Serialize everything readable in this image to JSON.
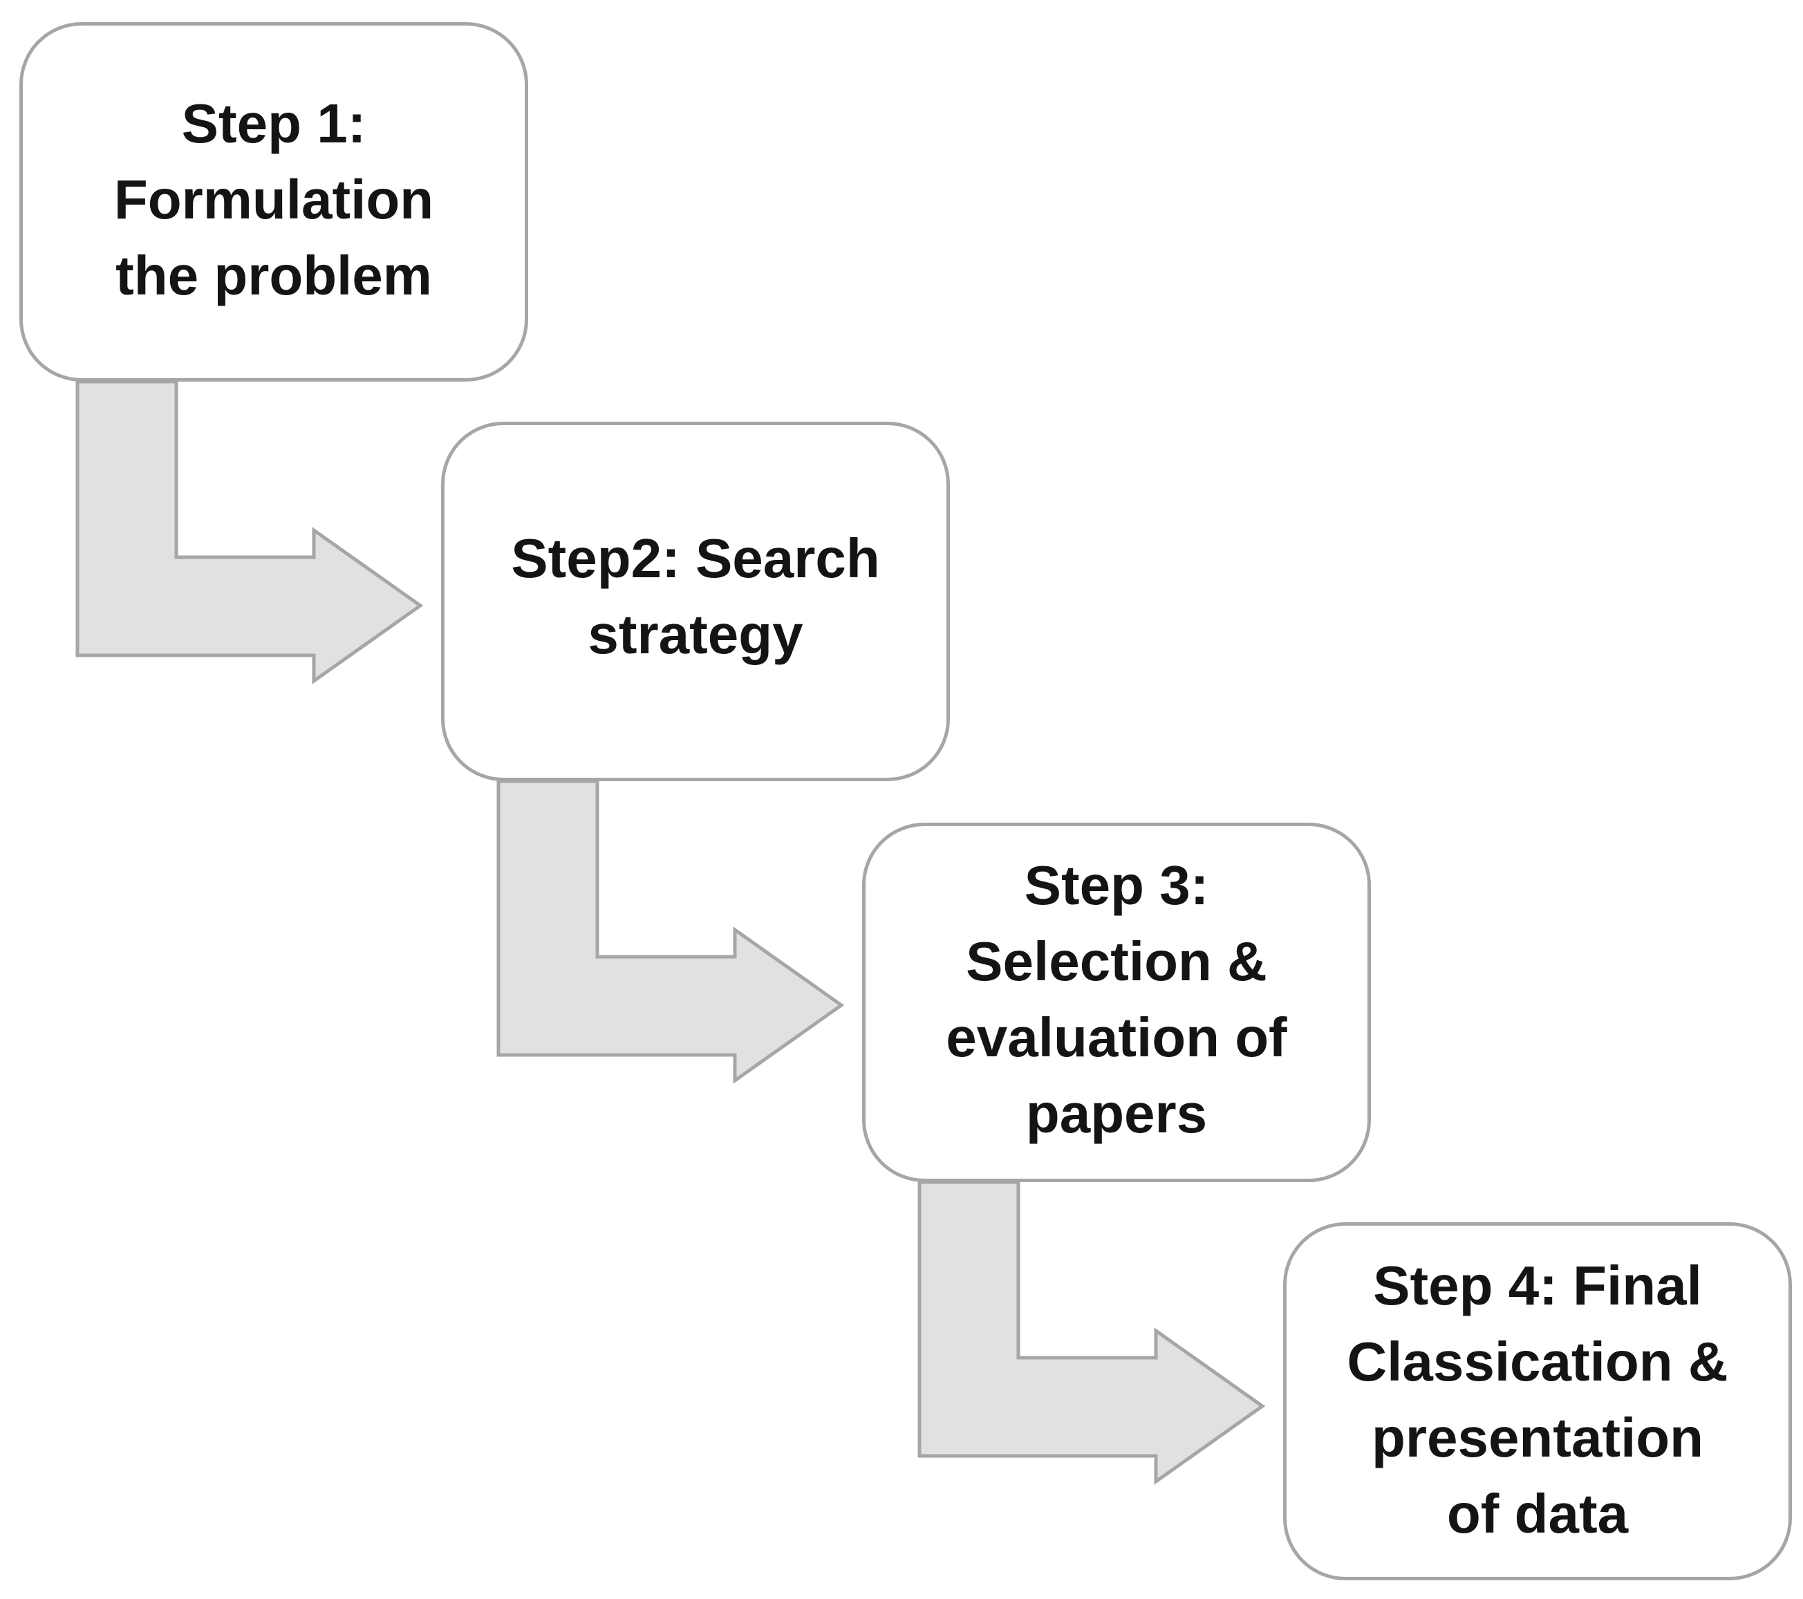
{
  "steps": [
    {
      "lines": [
        "Step 1:",
        "Formulation",
        "the problem"
      ]
    },
    {
      "lines": [
        "Step2: Search",
        "strategy"
      ]
    },
    {
      "lines": [
        "Step 3:",
        "Selection &",
        "evaluation of",
        "papers"
      ]
    },
    {
      "lines": [
        "Step 4: Final",
        "Classication &",
        "presentation",
        "of data"
      ]
    }
  ],
  "colors": {
    "box_border": "#a6a6a6",
    "box_fill": "#ffffff",
    "arrow_fill": "#e1e1e1",
    "arrow_border": "#a6a6a6",
    "text": "#141414"
  }
}
